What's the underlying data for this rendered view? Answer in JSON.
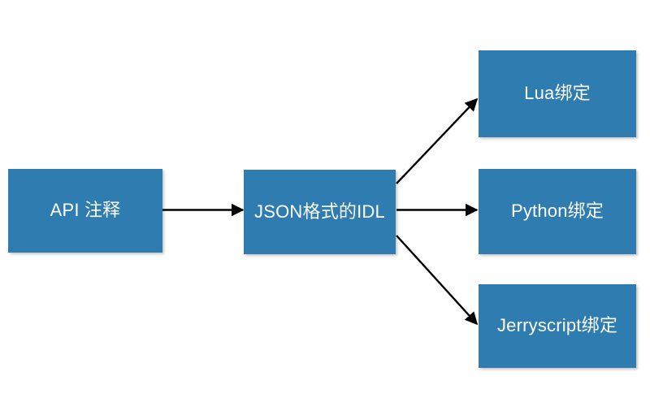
{
  "diagram": {
    "type": "flowchart",
    "background_color": "#ffffff",
    "node_fill_color": "#2e7cb0",
    "node_text_color": "#ffffff",
    "edge_color": "#000000",
    "nodes": [
      {
        "id": "api",
        "label": "API 注释"
      },
      {
        "id": "idl",
        "label": "JSON格式的IDL"
      },
      {
        "id": "lua",
        "label": "Lua绑定"
      },
      {
        "id": "python",
        "label": "Python绑定"
      },
      {
        "id": "jerry",
        "label": "Jerryscript绑定"
      }
    ],
    "edges": [
      {
        "id": "api-to-idl",
        "from": "api",
        "to": "idl",
        "style": "straight-arrow"
      },
      {
        "id": "idl-to-lua",
        "from": "idl",
        "to": "lua",
        "style": "diagonal-arrow-up"
      },
      {
        "id": "idl-to-python",
        "from": "idl",
        "to": "python",
        "style": "straight-arrow"
      },
      {
        "id": "idl-to-jerry",
        "from": "idl",
        "to": "jerry",
        "style": "diagonal-arrow-down"
      }
    ]
  }
}
